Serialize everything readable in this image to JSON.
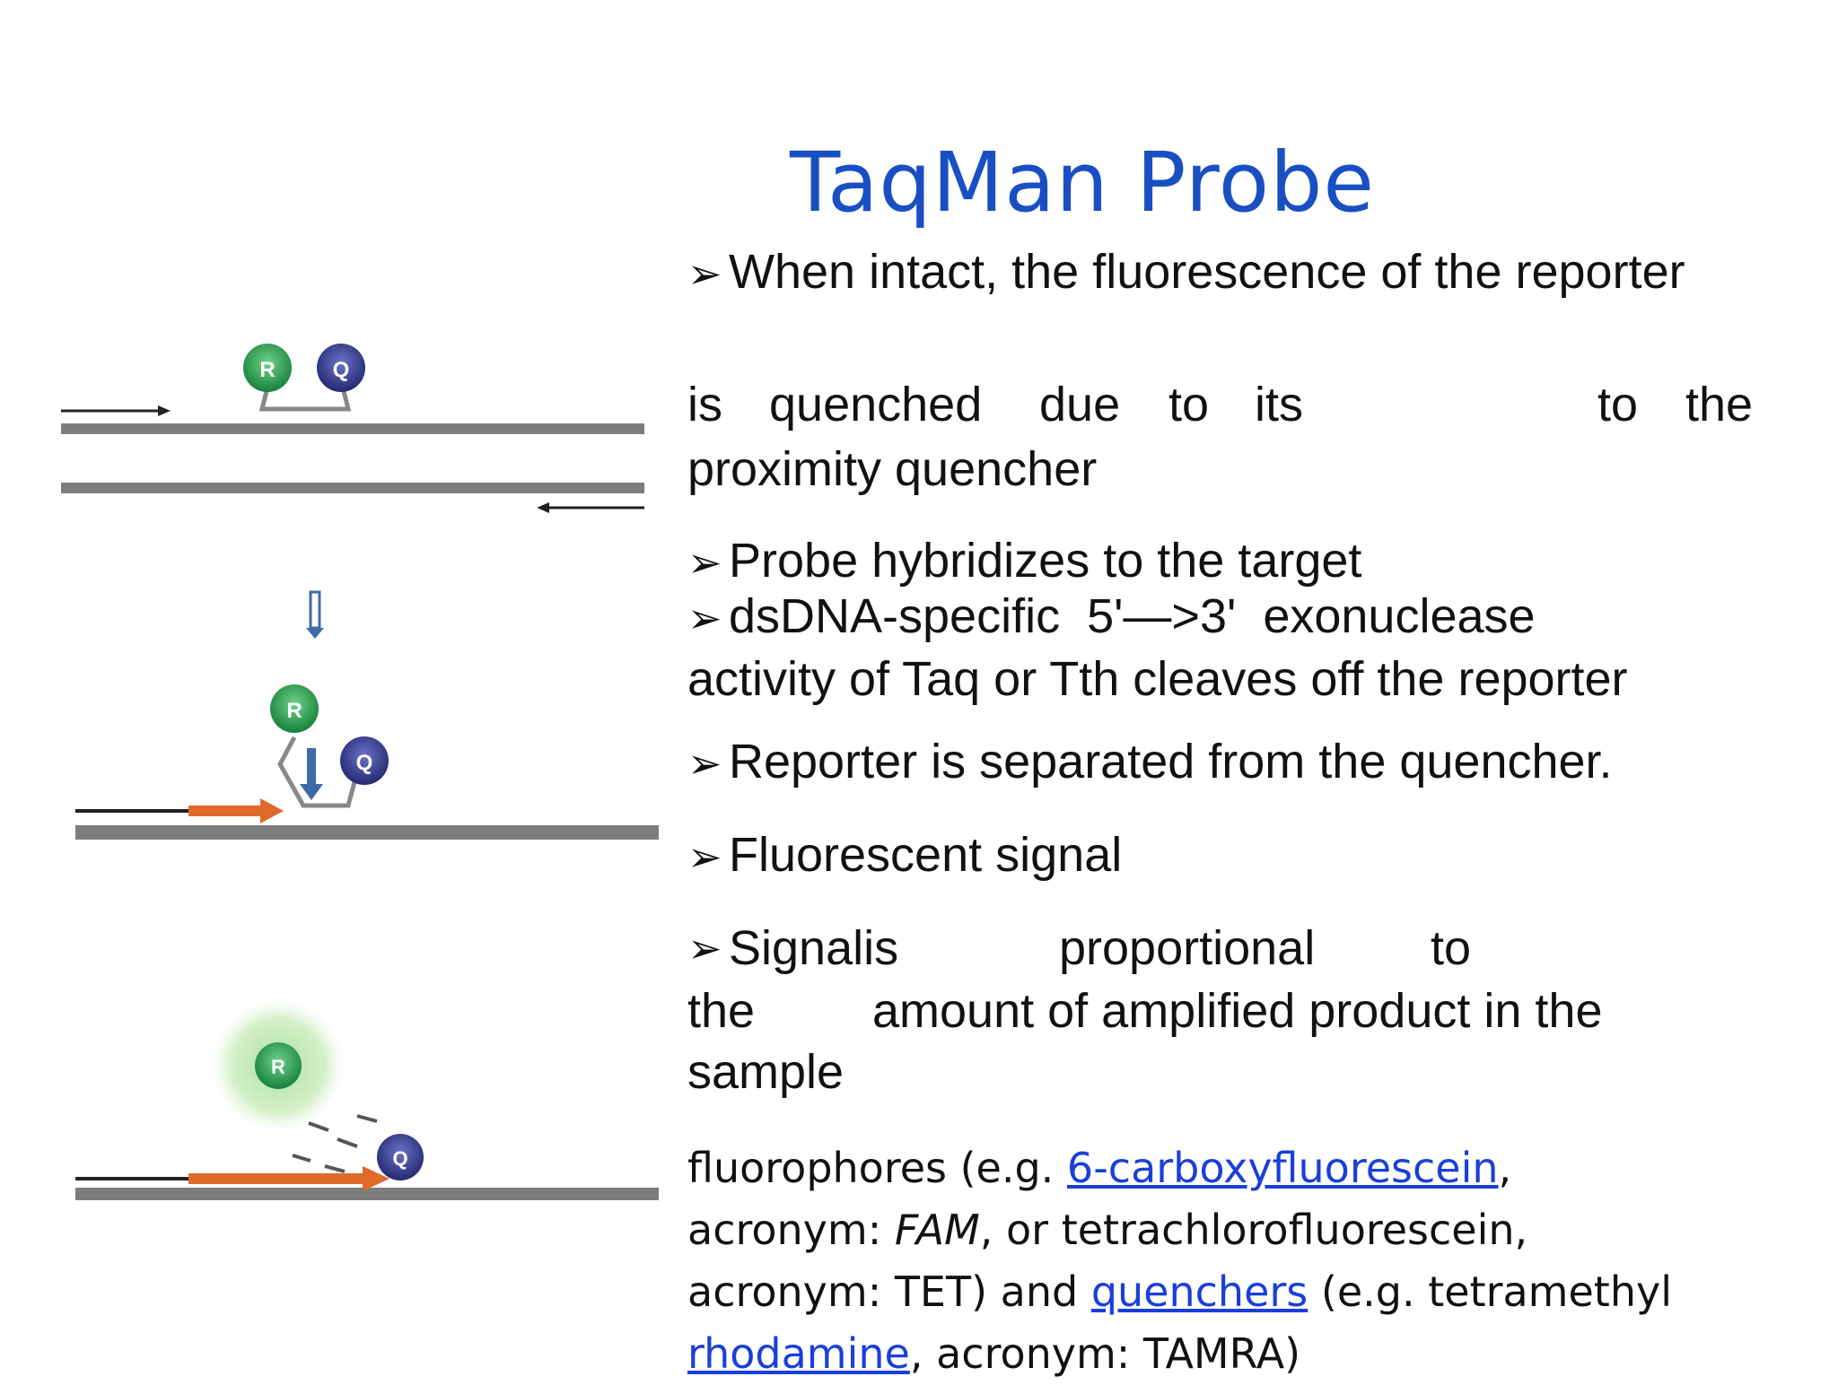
{
  "title": "TaqMan Probe",
  "bullet_glyph": "➢",
  "para1": {
    "line1": "When intact, the fluorescence of the reporter",
    "line2_words": [
      "is",
      "quenched",
      "due",
      "to",
      "its",
      "to",
      "the"
    ],
    "line3": "proximity quencher"
  },
  "bullets": {
    "b2": "Probe hybridizes to the target",
    "b3_line1": "dsDNA-specific  5'—>3'  exonuclease",
    "b3_line2": "activity of Taq or Tth cleaves off the reporter",
    "b4": "Reporter is separated from the quencher.",
    "b5": "Fluorescent signal"
  },
  "para6": {
    "line1_words": [
      "Signalis",
      "proportional",
      "to"
    ],
    "line2_words": [
      "the",
      "amount of amplified product in the"
    ],
    "line3": "sample"
  },
  "footnote": {
    "l1_pre": "fluorophores (e.g. ",
    "l1_link": "6-carboxyfluorescein",
    "l1_post": ",",
    "l2_pre": "acronym: ",
    "l2_italic": "FAM",
    "l2_post": ", or tetrachlorofluorescein,",
    "l3_pre": "acronym: TET) and ",
    "l3_link": "quenchers",
    "l3_post": " (e.g. tetramethyl",
    "l4_link": "rhodamine",
    "l4_post": ", acronym: TAMRA)"
  },
  "diagram": {
    "reporter_label": "R",
    "quencher_label": "Q"
  },
  "colors": {
    "title": "#1a4fc4",
    "link": "#1a3fd9",
    "reporter": "#1e9a4a",
    "quencher": "#2d3590",
    "strand": "#7d7d7d",
    "primer": "#e06a2a",
    "step_arrow": "#3f6aa8"
  }
}
